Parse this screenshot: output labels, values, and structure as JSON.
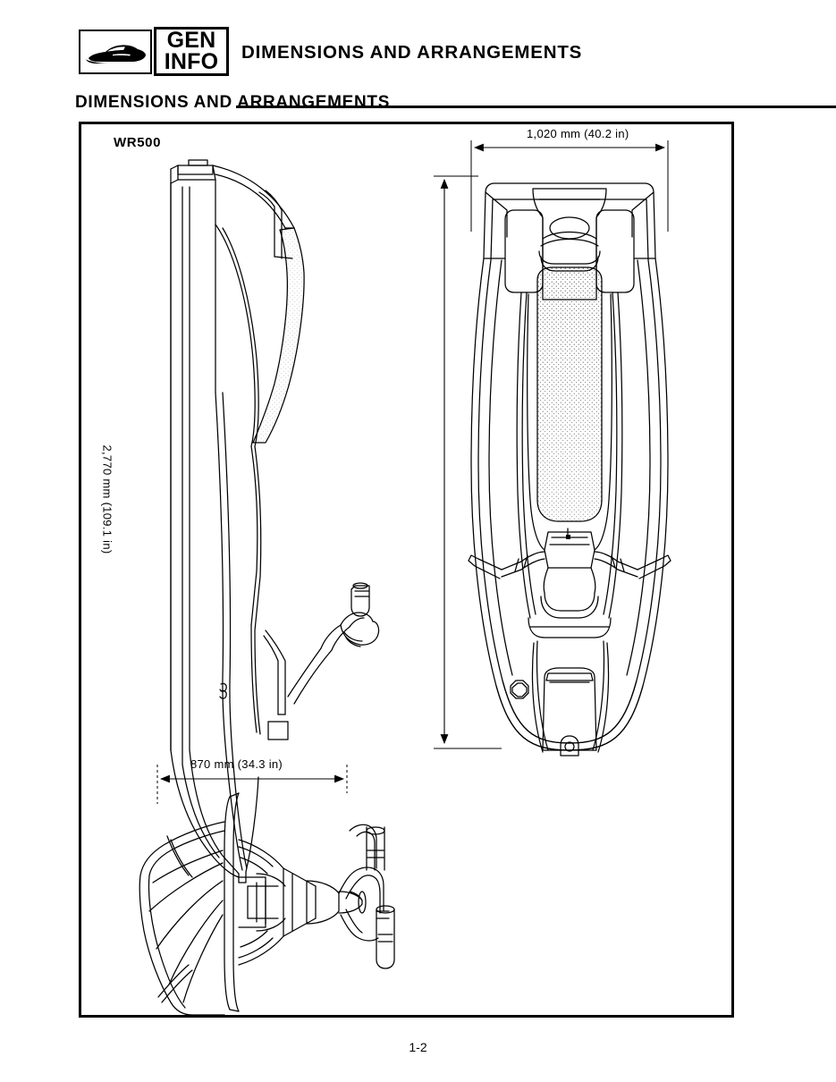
{
  "header": {
    "logo_icon": "watercraft-silhouette-icon",
    "badge_line1": "GEN",
    "badge_line2": "INFO",
    "title": "DIMENSIONS AND ARRANGEMENTS"
  },
  "section": {
    "title": "DIMENSIONS AND ARRANGEMENTS"
  },
  "figure": {
    "model_label": "WR500",
    "views": {
      "side": "side-view-watercraft",
      "top": "top-view-watercraft",
      "front": "front-view-watercraft"
    },
    "dimensions": {
      "width": "1,020 mm (40.2 in)",
      "length": "2,770 mm (109.1 in)",
      "height": "870 mm (34.3 in)"
    }
  },
  "footer": {
    "page_number": "1-2"
  },
  "colors": {
    "ink": "#000000",
    "paper": "#ffffff"
  }
}
